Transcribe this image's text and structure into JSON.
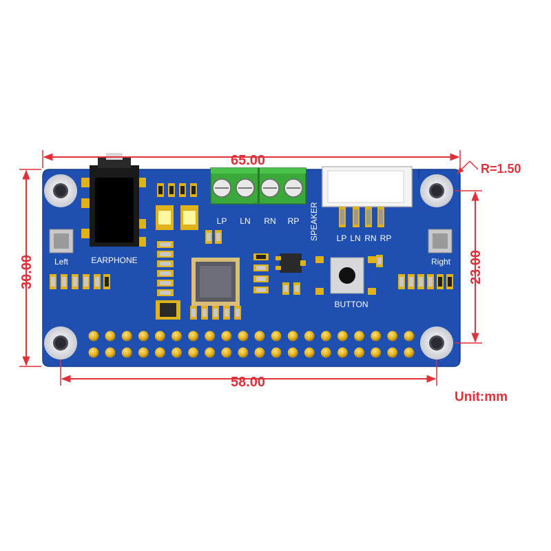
{
  "dimensions": {
    "width": "65.00",
    "height": "30.00",
    "hole_spacing_x": "58.00",
    "hole_spacing_y": "23.00",
    "corner_radius": "R=1.50",
    "unit": "Unit:mm"
  },
  "labels": {
    "earphone": "EARPHONE",
    "left": "Left",
    "right": "Right",
    "button": "BUTTON",
    "speaker": "SPEAKER",
    "terminal_pins": [
      "LP",
      "LN",
      "RN",
      "RP"
    ],
    "connector_pins": [
      "LP",
      "LN",
      "RN",
      "RP"
    ]
  },
  "colors": {
    "dimension": "#e0303a",
    "pcb": "#1f4fb0",
    "terminal": "#3aa83a",
    "header_pin": "#e0b21a"
  }
}
